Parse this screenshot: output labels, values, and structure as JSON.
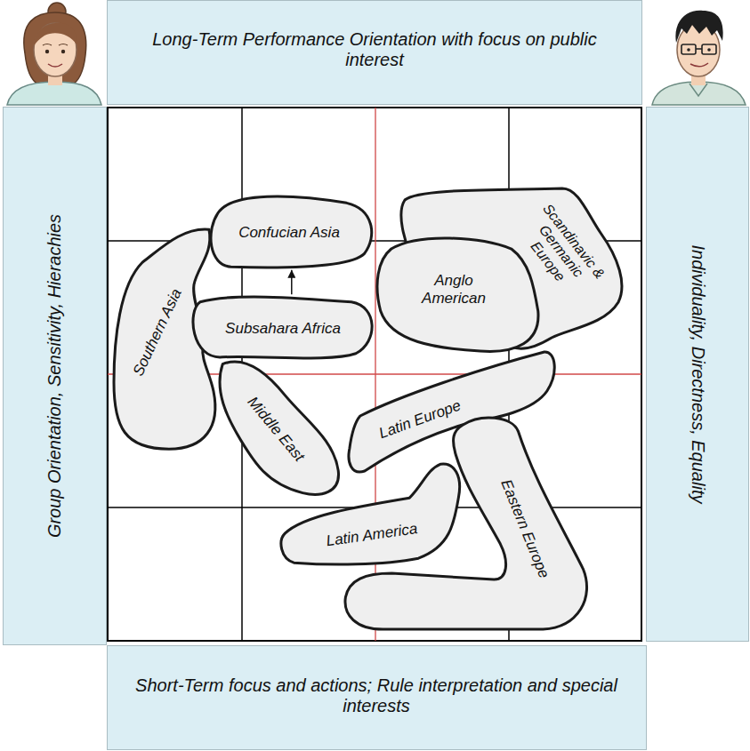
{
  "diagram": {
    "nodes": [
      {
        "text": [
          "Long-Term Performance Orientation with focus on public interest"
        ]
      },
      {
        "text": [
          "Group Orientation, Sensitivity, Hierachies"
        ]
      },
      {
        "text": [
          "Individuality, Directness, Equality"
        ]
      },
      {
        "text": [
          "Confucian Asia"
        ]
      },
      {
        "text": [
          "Scandinavic & Germanic Europe"
        ]
      },
      {
        "text": [
          "Southern Asia"
        ]
      },
      {
        "text": [
          "Anglo American"
        ]
      },
      {
        "text": [
          "Subsahara Africa"
        ]
      },
      {
        "text": [
          "Middle East"
        ]
      },
      {
        "text": [
          "Latin Europe"
        ]
      },
      {
        "text": [
          "Eastern Europe"
        ]
      },
      {
        "text": [
          "Latin America"
        ]
      },
      {
        "text": [
          "Short-Term focus and actions; Rule interpretation and special interests"
        ]
      }
    ],
    "edges": [
      {
        "from": 7,
        "to": 3,
        "arrow": "to"
      }
    ]
  }
}
